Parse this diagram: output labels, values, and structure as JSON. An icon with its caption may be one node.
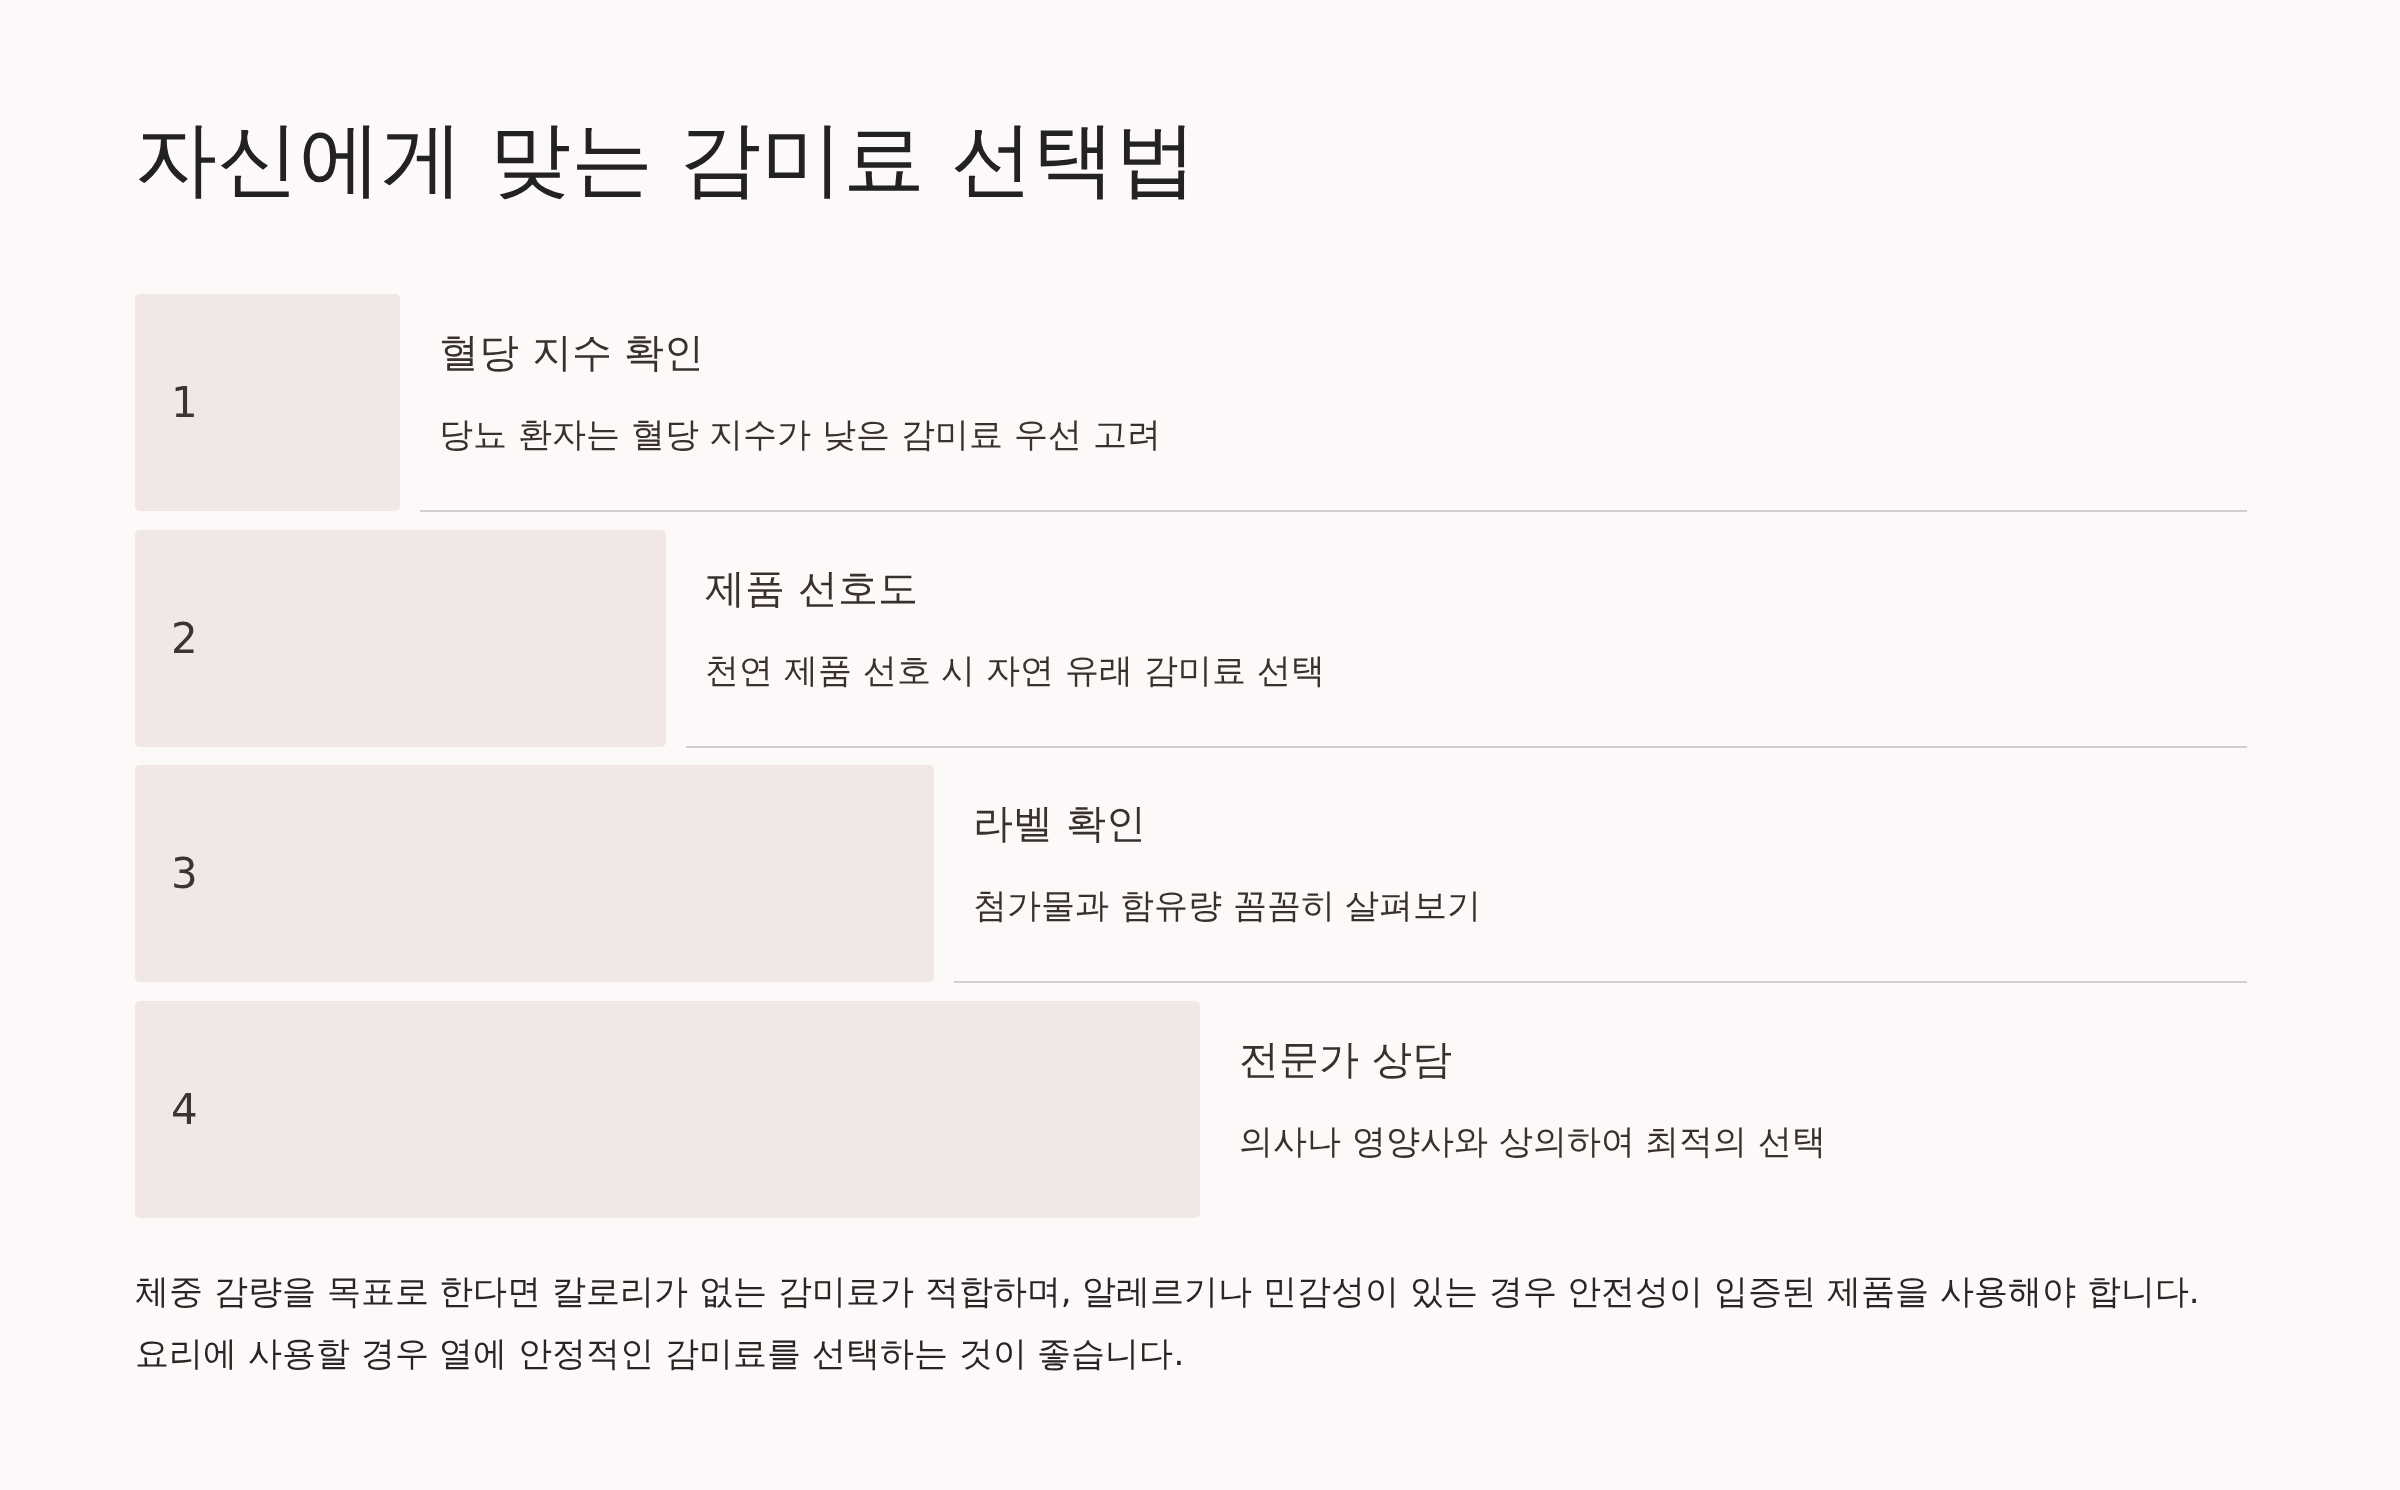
{
  "diagram": {
    "title": "자신에게 맞는 감미료 선택법",
    "nodes": [
      {
        "text": [
          "1"
        ],
        "beside": [
          "혈당 지수 확인",
          "당뇨 환자는 혈당 지수가 낮은 감미료 우선 고려"
        ]
      },
      {
        "text": [
          "2"
        ],
        "beside": [
          "제품 선호도",
          "천연 제품 선호 시 자연 유래 감미료 선택"
        ]
      },
      {
        "text": [
          "3"
        ],
        "beside": [
          "라벨 확인",
          "첨가물과 함유량 꼼꼼히 살펴보기"
        ]
      },
      {
        "text": [
          "4"
        ],
        "beside": [
          "전문가 상담",
          "의사나 영양사와 상의하여 최적의 선택"
        ]
      }
    ],
    "labels": [
      "체중 감량을 목표로 한다면 칼로리가 없는 감미료가 적합하며, 알레르기나 민감성이 있는 경우 안전성이 입증된 제품을 사용해야 합니다. 요리에 사용할 경우 열에 안정적인 감미료를 선택하는 것이 좋습니다."
    ]
  }
}
